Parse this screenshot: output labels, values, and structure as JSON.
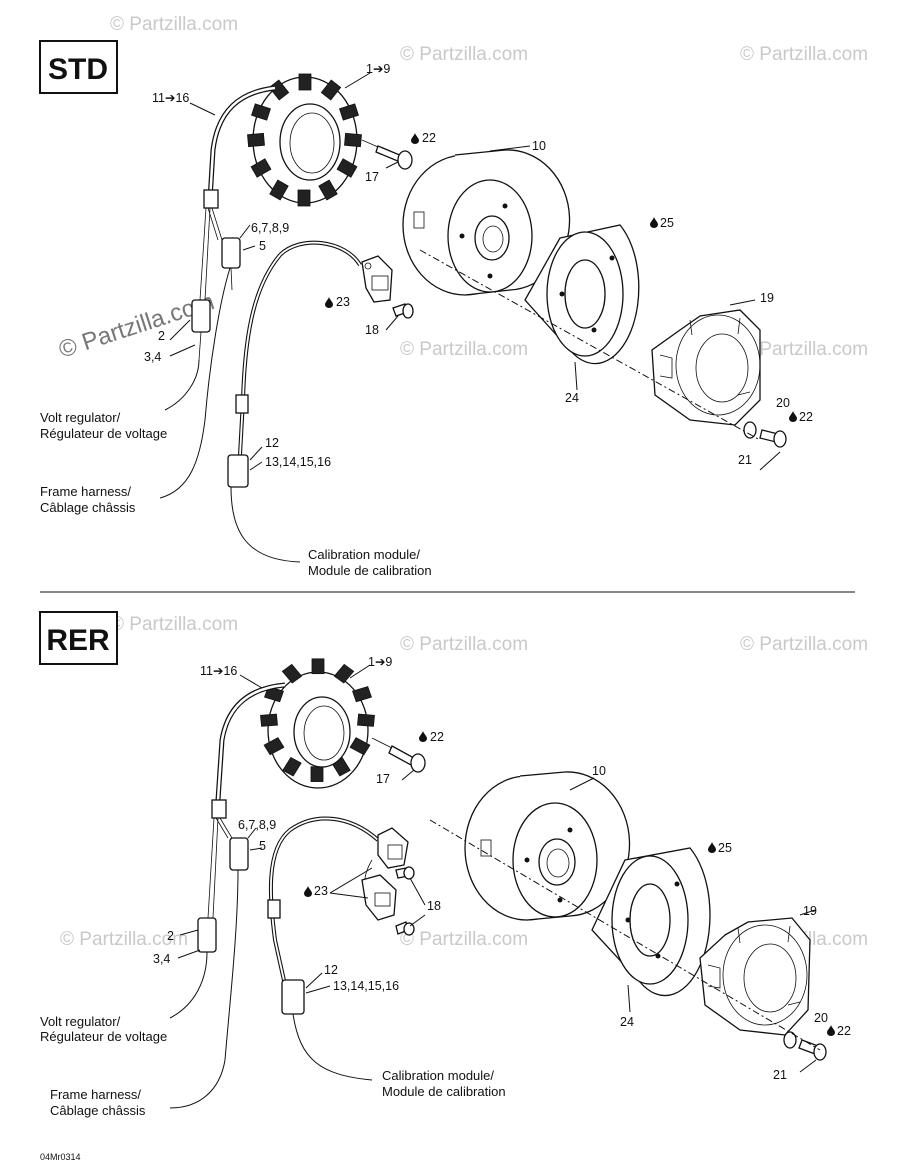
{
  "watermark": "© Partzilla.com",
  "drawing_code": "04Mr0314",
  "sections": [
    {
      "id": "std",
      "badge": "STD",
      "labels": {
        "stator": "1➔9",
        "harness": "11➔16",
        "bolt_sealant": "22",
        "bolt": "17",
        "flywheel": "10",
        "connector_a": "6,7,8,9",
        "connector_b": "5",
        "ring_sealant": "25",
        "sensor_sealant": "23",
        "screw": "18",
        "plug_a": "2",
        "plug_b": "3,4",
        "trigger_wheel": "19",
        "ring": "24",
        "washer": "20",
        "screw_sealant": "22",
        "screw2": "21",
        "cal_plug_a": "12",
        "cal_plug_b": "13,14,15,16"
      },
      "captions": {
        "volt_en": "Volt regulator/",
        "volt_fr": "Régulateur de voltage",
        "frame_en": "Frame harness/",
        "frame_fr": "Câblage châssis",
        "cal_en": "Calibration module/",
        "cal_fr": "Module de calibration"
      }
    },
    {
      "id": "rer",
      "badge": "RER",
      "labels": {
        "stator": "1➔9",
        "harness": "11➔16",
        "bolt_sealant": "22",
        "bolt": "17",
        "flywheel": "10",
        "connector_a": "6,7,8,9",
        "connector_b": "5",
        "ring_sealant": "25",
        "sensor_sealant": "23",
        "screw": "18",
        "plug_a": "2",
        "plug_b": "3,4",
        "trigger_wheel": "19",
        "ring": "24",
        "washer": "20",
        "screw_sealant": "22",
        "screw2": "21",
        "cal_plug_a": "12",
        "cal_plug_b": "13,14,15,16"
      },
      "captions": {
        "volt_en": "Volt regulator/",
        "volt_fr": "Régulateur de voltage",
        "frame_en": "Frame harness/",
        "frame_fr": "Câblage châssis",
        "cal_en": "Calibration module/",
        "cal_fr": "Module de calibration"
      }
    }
  ]
}
